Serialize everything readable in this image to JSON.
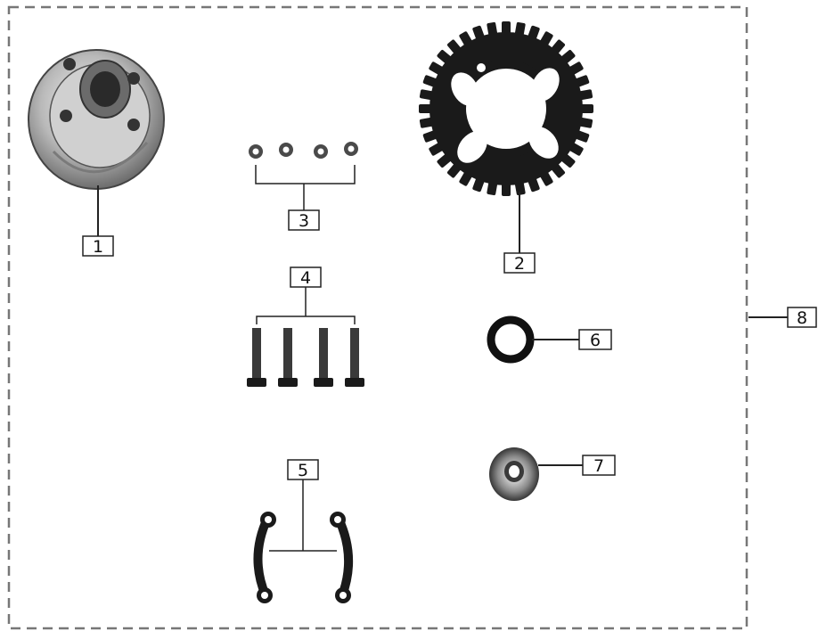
{
  "diagram": {
    "callouts": [
      {
        "id": "1",
        "label": "1"
      },
      {
        "id": "2",
        "label": "2"
      },
      {
        "id": "3",
        "label": "3"
      },
      {
        "id": "4",
        "label": "4"
      },
      {
        "id": "5",
        "label": "5"
      },
      {
        "id": "6",
        "label": "6"
      },
      {
        "id": "7",
        "label": "7"
      },
      {
        "id": "8",
        "label": "8"
      }
    ],
    "parts": [
      {
        "callout": "1",
        "icon": "wheel-hub-icon"
      },
      {
        "callout": "2",
        "icon": "sprocket-icon"
      },
      {
        "callout": "3",
        "icon": "nut-icon",
        "count": 4
      },
      {
        "callout": "4",
        "icon": "bolt-icon",
        "count": 4
      },
      {
        "callout": "5",
        "icon": "lock-plate-icon",
        "count": 2
      },
      {
        "callout": "6",
        "icon": "oil-seal-icon"
      },
      {
        "callout": "7",
        "icon": "bearing-icon"
      },
      {
        "callout": "8",
        "icon": "assembly-group-icon"
      }
    ],
    "colors": {
      "line": "#222222",
      "part_dark": "#1a1a1a",
      "part_metal": "#b8b8b8",
      "group_border": "#777777"
    }
  }
}
